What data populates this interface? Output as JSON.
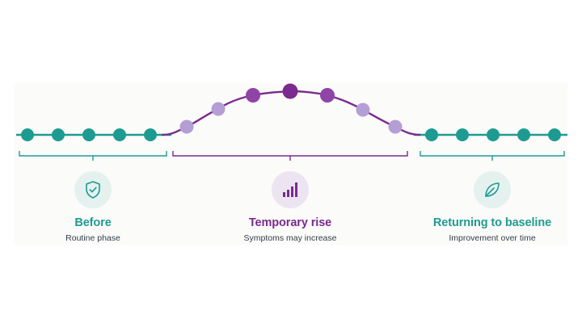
{
  "colors": {
    "teal": "#1e9b91",
    "purple": "#7b2a8f",
    "purple_mid": "#8f44a6",
    "purple_light": "#b49ed6",
    "teal_icon_bg": "#e4f1ef",
    "purple_icon_bg": "#ece5f1",
    "text_dark": "#33404a"
  },
  "phases": [
    {
      "title": "Before",
      "subtitle": "Routine phase",
      "icon": "shield-check-icon"
    },
    {
      "title": "Temporary rise",
      "subtitle": "Symptoms may increase",
      "icon": "bar-chart-icon"
    },
    {
      "title": "Returning to baseline",
      "subtitle": "Improvement over time",
      "icon": "leaf-icon"
    }
  ]
}
